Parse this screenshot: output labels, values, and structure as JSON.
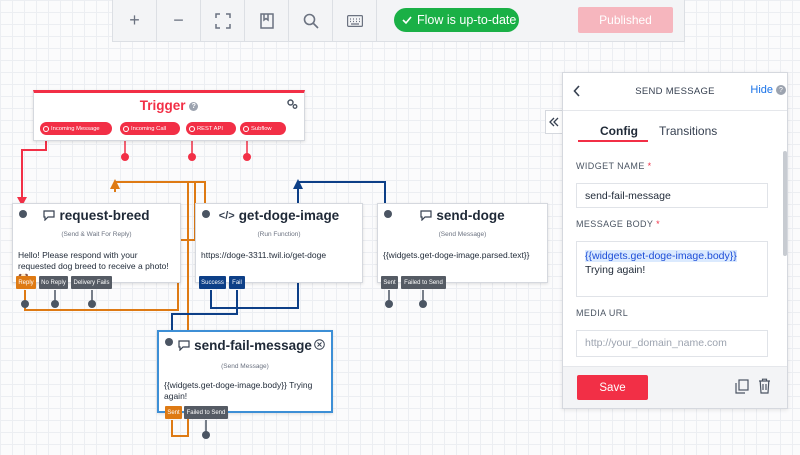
{
  "toolbar": {
    "zoom_in": "+",
    "zoom_out": "−",
    "status": "Flow is up-to-date",
    "published_label": "Published",
    "colors": {
      "status": "#1ab046",
      "published": "#f6b6be"
    }
  },
  "trigger": {
    "title": "Trigger",
    "pills": [
      "Incoming Message",
      "Incoming Call",
      "REST API",
      "Subflow"
    ]
  },
  "widgets": {
    "request_breed": {
      "title": "request-breed",
      "subtitle": "(Send & Wait For Reply)",
      "body": "Hello! Please respond with your requested dog breed to receive a photo! 🐶",
      "tags": [
        "Reply",
        "No Reply",
        "Delivery Fails"
      ]
    },
    "get_doge_image": {
      "title": "get-doge-image",
      "subtitle": "(Run Function)",
      "body": "https://doge-3311.twil.io/get-doge",
      "tags": [
        "Success",
        "Fail"
      ]
    },
    "send_doge": {
      "title": "send-doge",
      "subtitle": "(Send Message)",
      "body": "{{widgets.get-doge-image.parsed.text}}",
      "tags": [
        "Sent",
        "Failed to Send"
      ]
    },
    "send_fail_message": {
      "title": "send-fail-message",
      "subtitle": "(Send Message)",
      "body": "{{widgets.get-doge-image.body}} Trying again!",
      "tags": [
        "Sent",
        "Failed to Send"
      ]
    }
  },
  "panel": {
    "title": "SEND MESSAGE",
    "hide": "Hide",
    "tabs": [
      "Config",
      "Transitions"
    ],
    "widget_name_label": "WIDGET NAME",
    "widget_name_value": "send-fail-message",
    "message_body_label": "MESSAGE BODY",
    "message_body_var": "{{widgets.get-doge-image.body}}",
    "message_body_text": "Trying again!",
    "media_url_label": "MEDIA URL",
    "media_url_placeholder": "http://your_domain_name.com",
    "required_mark": "*",
    "save": "Save",
    "accent": "#f22f46"
  }
}
